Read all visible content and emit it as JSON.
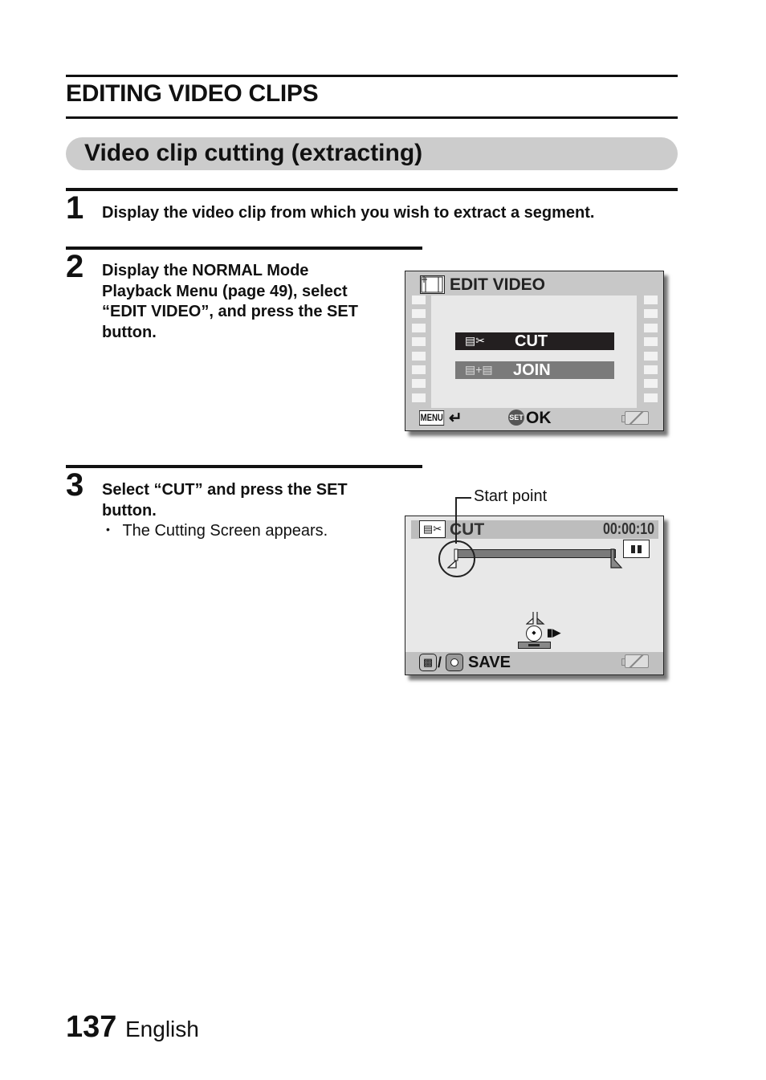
{
  "page": {
    "section_title": "EDITING VIDEO CLIPS",
    "subsection_title": "Video clip cutting (extracting)",
    "page_number": "137",
    "language": "English"
  },
  "steps": [
    {
      "number": "1",
      "text": "Display the video clip from which you wish to extract a segment."
    },
    {
      "number": "2",
      "lines": [
        "Display the NORMAL Mode",
        "Playback Menu (page 49), select",
        "“EDIT VIDEO”, and press the SET",
        "button."
      ]
    },
    {
      "number": "3",
      "lines": [
        "Select “CUT” and press the SET",
        "button."
      ],
      "bullet": "The Cutting Screen appears."
    }
  ],
  "edit_video_screen": {
    "title": "EDIT VIDEO",
    "title_icon": "film-edit-icon",
    "options": [
      {
        "label": "CUT",
        "icon": "film-scissors-icon",
        "selected": true,
        "color": "#231f20"
      },
      {
        "label": "JOIN",
        "icon": "film-join-icon",
        "selected": false,
        "color": "#7a7a7a"
      }
    ],
    "footer": {
      "menu_label": "MENU",
      "back_icon": "return-arrow-icon",
      "set_label": "SET",
      "ok_label": "OK",
      "battery_icon": "battery-icon"
    }
  },
  "cut_screen": {
    "callout": "Start point",
    "title": "CUT",
    "title_icon": "film-scissors-icon",
    "timecode": "00:00:10",
    "pause_icon": "pause-icon",
    "footer": {
      "video_icon": "video-button-icon",
      "separator": "/",
      "photo_icon": "photo-button-icon",
      "save_label": "SAVE",
      "battery_icon": "battery-icon"
    }
  }
}
